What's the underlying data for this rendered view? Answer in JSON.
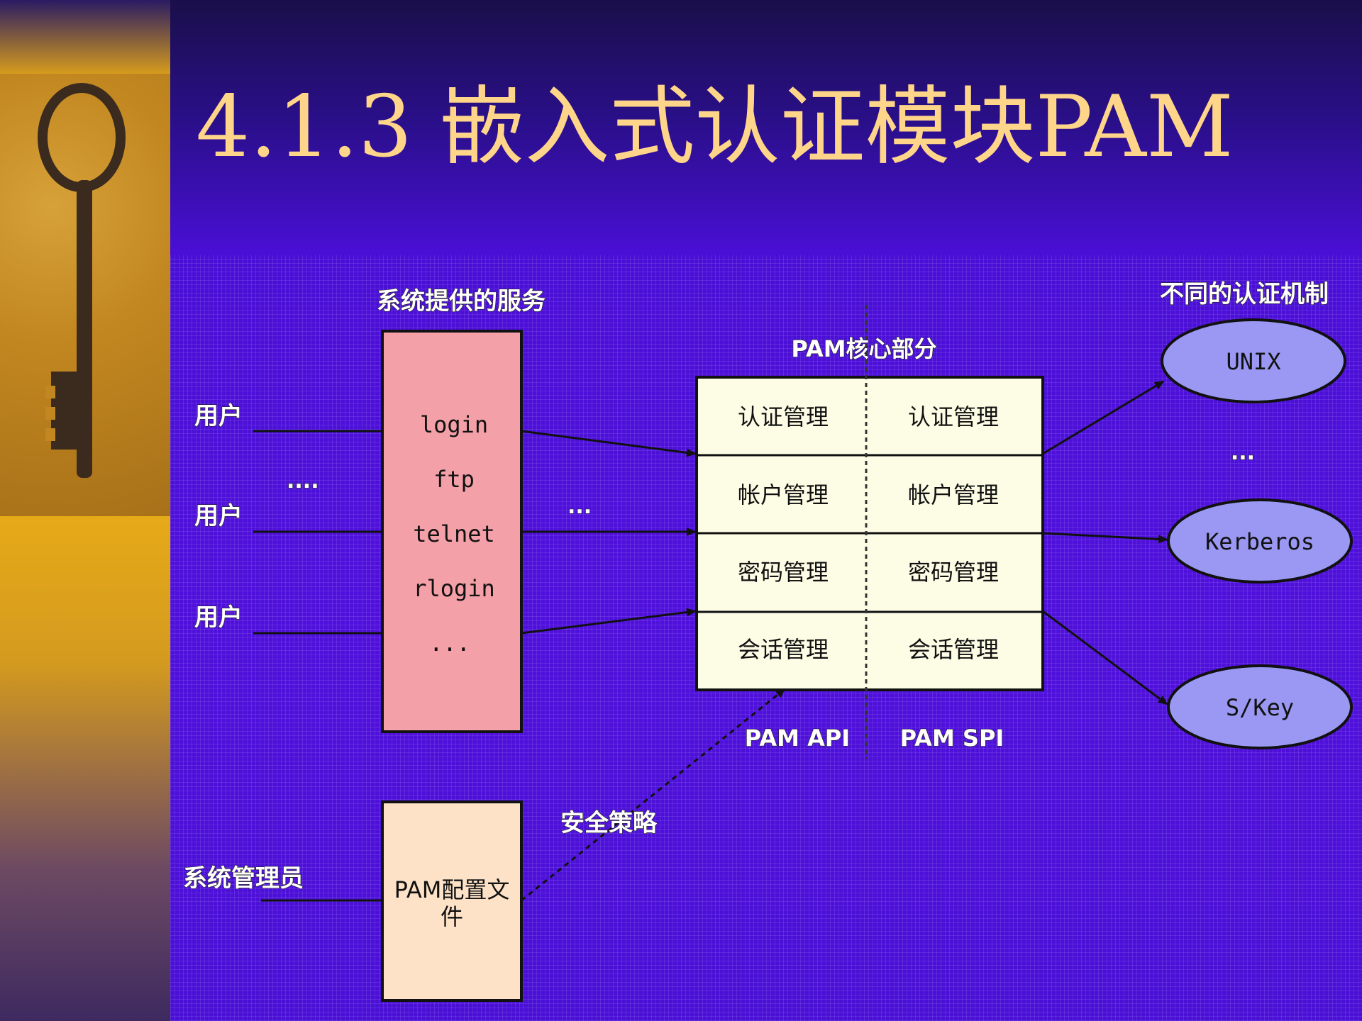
{
  "title": "4.1.3 嵌入式认证模块PAM",
  "labels": {
    "services_header": "系统提供的服务",
    "mechanisms_header": "不同的认证机制",
    "core_header": "PAM核心部分",
    "api": "PAM API",
    "spi": "PAM SPI",
    "policy": "安全策略",
    "admin": "系统管理员",
    "users": [
      "用户",
      "用户",
      "用户"
    ],
    "users_ellipsis": "....",
    "services_ellipsis": "...",
    "mechanisms_ellipsis": "..."
  },
  "services": [
    "login",
    "ftp",
    "telnet",
    "rlogin",
    "..."
  ],
  "core_rows": [
    [
      "认证管理",
      "认证管理"
    ],
    [
      "帐户管理",
      "帐户管理"
    ],
    [
      "密码管理",
      "密码管理"
    ],
    [
      "会话管理",
      "会话管理"
    ]
  ],
  "config_file": [
    "PAM配置文",
    "件"
  ],
  "mechanisms": [
    "UNIX",
    "Kerberos",
    "S/Key"
  ],
  "colors": {
    "service_box": "#f4a0a8",
    "core_box": "#fdfde6",
    "config_box": "#fde2c7",
    "mechanism": "#9a98f2",
    "title": "#ffd58a"
  }
}
